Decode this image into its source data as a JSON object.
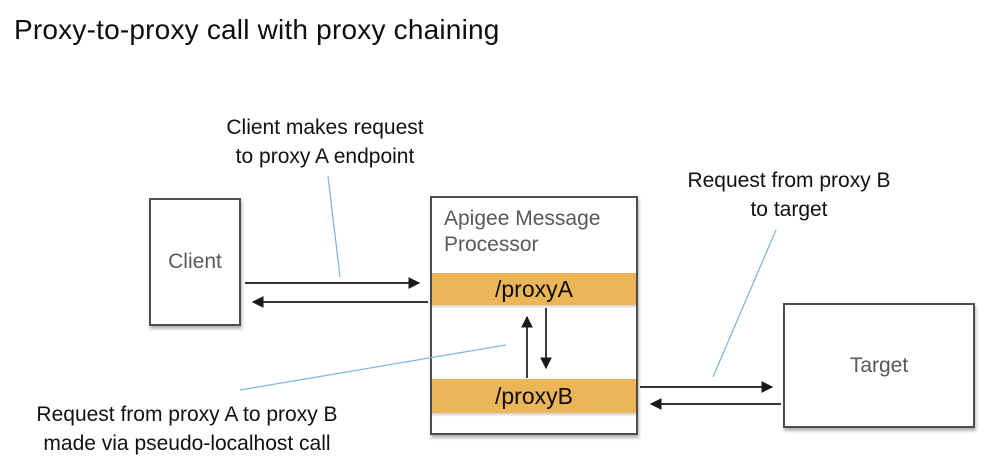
{
  "title": "Proxy-to-proxy call with proxy chaining",
  "colors": {
    "accent-orange": "#ECB558",
    "callout-blue": "#85B5DE",
    "arrow-black": "#1a1a1a",
    "border-gray": "#4d4d4d",
    "label-gray": "#595959",
    "title-black": "#0d0d0d"
  },
  "annotations": {
    "client_request": {
      "line1": "Client makes request",
      "line2": "to proxy A endpoint"
    },
    "proxy_b_to_target": {
      "line1": "Request from proxy B",
      "line2": "to target"
    },
    "proxy_a_to_proxy_b": {
      "line1": "Request from proxy A to proxy B",
      "line2": "made via pseudo-localhost call"
    }
  },
  "nodes": {
    "client": {
      "label": "Client"
    },
    "message_processor": {
      "title": "Apigee Message Processor",
      "endpoints": [
        {
          "label": "/proxyA"
        },
        {
          "label": "/proxyB"
        }
      ]
    },
    "target": {
      "label": "Target"
    }
  }
}
